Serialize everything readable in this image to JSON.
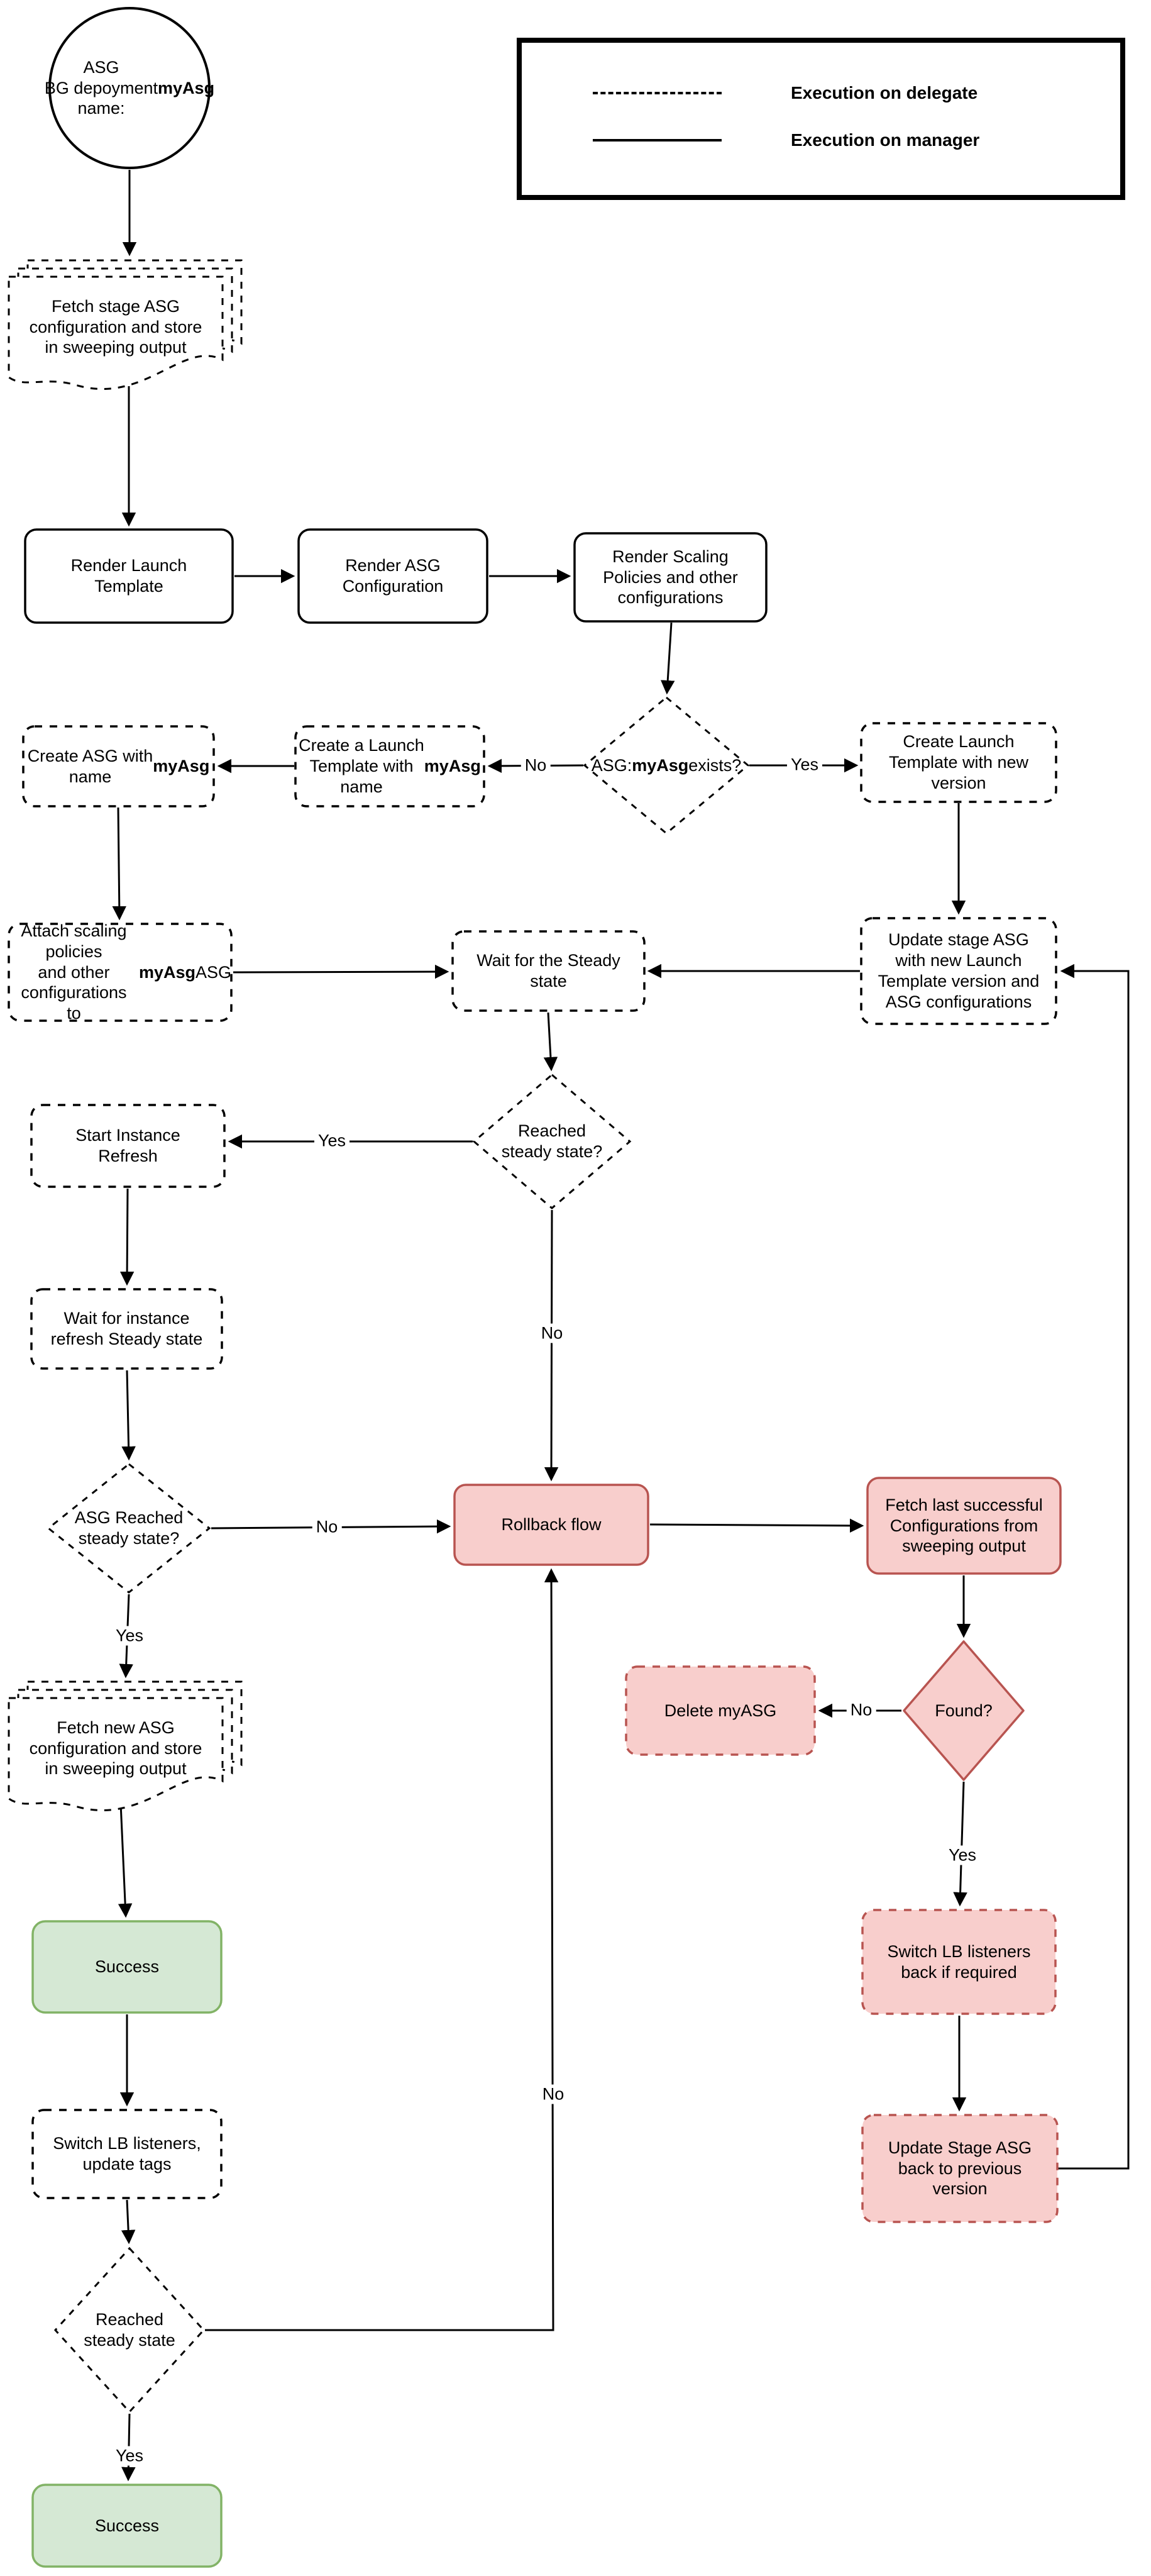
{
  "diagram": {
    "bold_terms": [
      "myAsg"
    ],
    "labels": {
      "yes": "Yes",
      "no": "No"
    },
    "legend": {
      "delegate": "Execution on delegate",
      "manager": "Execution on manager"
    },
    "colors": {
      "line": "#000000",
      "danger_fill": "#f8cecc",
      "danger_stroke": "#b85450",
      "success_fill": "#d5e8d4",
      "success_stroke": "#82b366"
    },
    "nodes": {
      "start": {
        "label": "ASG\nBG depoyment\nname: myAsg"
      },
      "fetch_stage_config": {
        "label": "Fetch stage ASG\nconfiguration and store\nin sweeping output"
      },
      "render_launch_template": {
        "label": "Render Launch\nTemplate"
      },
      "render_asg_configuration": {
        "label": "Render ASG\nConfiguration"
      },
      "render_scaling_policies": {
        "label": "Render Scaling\nPolicies and other\nconfigurations"
      },
      "asg_exists": {
        "label": "ASG:\nmyAsg exists?"
      },
      "create_launch_named": {
        "label": "Create a Launch\nTemplate with\nname myAsg"
      },
      "create_asg": {
        "label": "Create ASG with\nname myAsg"
      },
      "create_launch_new_version": {
        "label": "Create Launch\nTemplate with new\nversion"
      },
      "attach_scaling_policies": {
        "label": "Attach scaling policies\nand other configurations\nto myAsg ASG"
      },
      "wait_steady_state": {
        "label": "Wait for the Steady\nstate"
      },
      "update_stage_asg": {
        "label": "Update stage ASG\nwith new Launch\nTemplate version and\nASG configurations"
      },
      "reached_steady_state": {
        "label": "Reached\nsteady state?"
      },
      "start_instance_refresh": {
        "label": "Start Instance\nRefresh"
      },
      "wait_instance_refresh": {
        "label": "Wait for instance\nrefresh Steady state"
      },
      "asg_reached_steady": {
        "label": "ASG Reached\nsteady state?"
      },
      "rollback_flow": {
        "label": "Rollback flow"
      },
      "fetch_last_successful": {
        "label": "Fetch last successful\nConfigurations from\nsweeping output"
      },
      "found": {
        "label": "Found?"
      },
      "delete_myasg": {
        "label": "Delete myASG"
      },
      "fetch_new_asg_config": {
        "label": "Fetch new ASG\nconfiguration and store\nin sweeping output"
      },
      "success_top": {
        "label": "Success"
      },
      "switch_lb_update_tags": {
        "label": "Switch LB listeners,\nupdate tags"
      },
      "switch_lb_back": {
        "label": "Switch LB listeners\nback if required"
      },
      "update_stage_back": {
        "label": "Update Stage ASG\nback to previous\nversion"
      },
      "reached_steady_bottom": {
        "label": "Reached\nsteady state"
      },
      "success_bottom": {
        "label": "Success"
      }
    }
  }
}
